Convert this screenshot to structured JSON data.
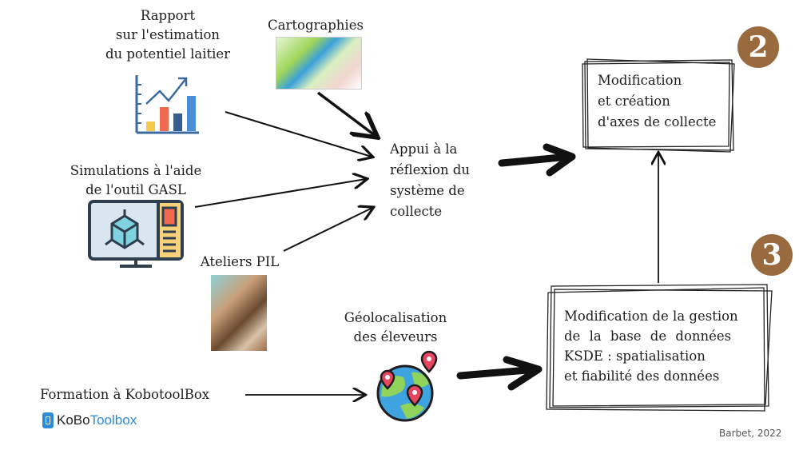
{
  "inputs": {
    "rapport": {
      "lines": [
        "Rapport",
        "sur l'estimation",
        "du potentiel laitier"
      ],
      "icon": "bar-chart-growth-icon"
    },
    "cartographies": {
      "label": "Cartographies",
      "image": "map-thumbnail"
    },
    "simulations": {
      "lines": [
        "Simulations à l'aide",
        "de l'outil GASL"
      ],
      "icon": "computer-3d-model-icon"
    },
    "ateliers": {
      "label": "Ateliers PIL",
      "image": "workshop-photo"
    },
    "formation": {
      "label": "Formation à KobotoolBox",
      "logo_text_a": "KoBo",
      "logo_text_b": "Toolbox"
    }
  },
  "center": {
    "appui": {
      "lines": [
        "Appui à la",
        "réflexion du",
        "système de",
        "collecte"
      ]
    },
    "geoloc": {
      "lines": [
        "Géolocalisation",
        "des éleveurs"
      ],
      "icon": "globe-location-pins-icon"
    }
  },
  "outputs": {
    "box2": {
      "badge": "2",
      "lines": [
        "Modification",
        "et création",
        "d'axes de collecte"
      ]
    },
    "box3": {
      "badge": "3",
      "lines": [
        "Modification de la gestion",
        "de la base de données",
        "KSDE : spatialisation",
        "et fiabilité des données"
      ]
    }
  },
  "credit": "Barbet, 2022",
  "colors": {
    "badge": "#9a6a3f",
    "kobo_blue": "#2e8bd6",
    "ink": "#1e1e1e"
  }
}
